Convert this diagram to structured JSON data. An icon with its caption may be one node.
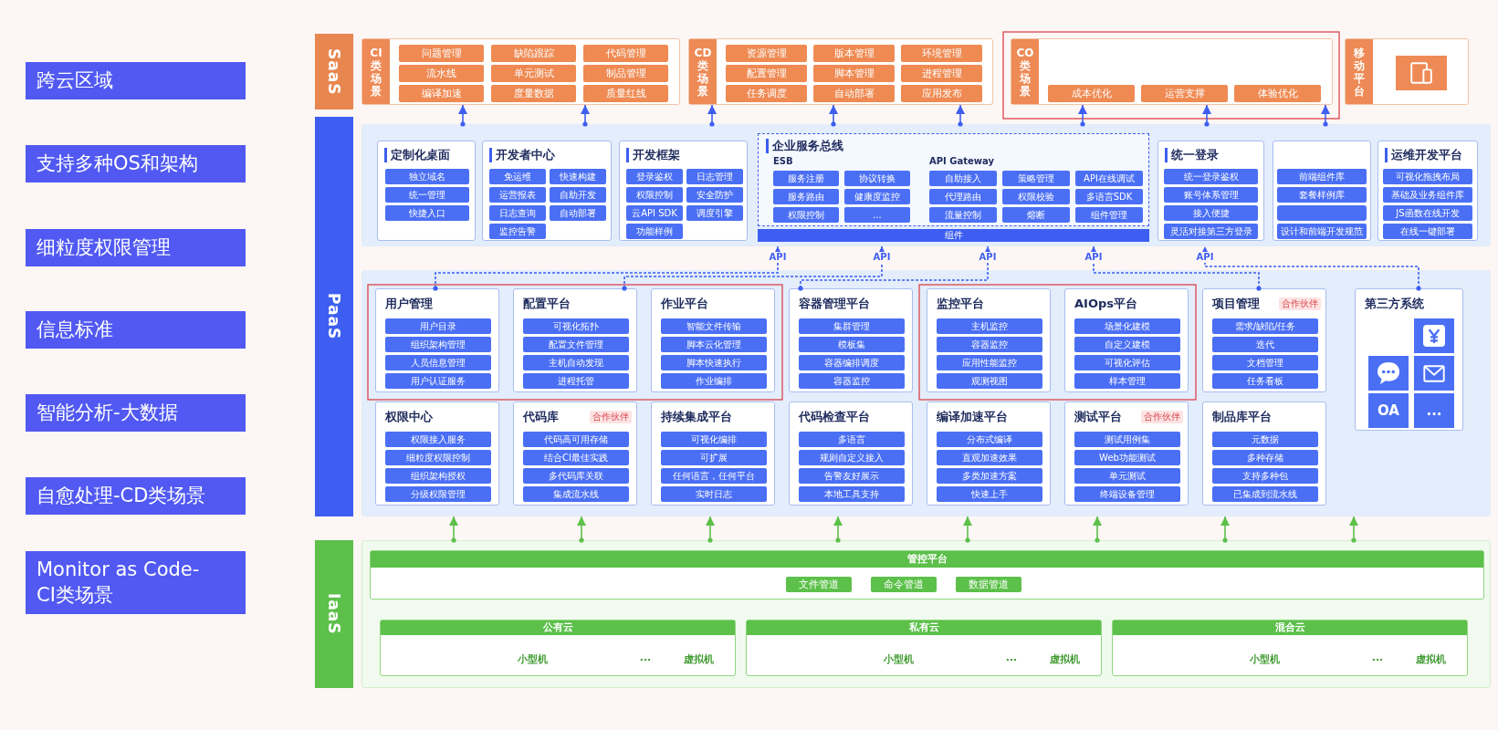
{
  "diagram": {
    "nodes": [
      {
        "text": [
          "跨云区域"
        ]
      },
      {
        "text": [
          "支持多种OS和架构"
        ]
      },
      {
        "text": [
          "细粒度权限管理"
        ]
      },
      {
        "text": [
          "信息标准"
        ]
      },
      {
        "text": [
          "智能分析-大数据"
        ]
      },
      {
        "text": [
          "自愈处理-CD类场景"
        ]
      },
      {
        "text": [
          "Monitor as Code-CI类场景"
        ]
      },
      {
        "text": [
          "SaaS"
        ]
      },
      {
        "text": [
          "CI类场景"
        ]
      },
      {
        "text": [
          "问题管理"
        ],
        "in": 8
      },
      {
        "text": [
          "缺陷跟踪"
        ],
        "in": 8
      },
      {
        "text": [
          "代码管理"
        ],
        "in": 8
      },
      {
        "text": [
          "流水线"
        ],
        "in": 8
      },
      {
        "text": [
          "单元测试"
        ],
        "in": 8
      },
      {
        "text": [
          "制品管理"
        ],
        "in": 8
      },
      {
        "text": [
          "编译加速"
        ],
        "in": 8
      },
      {
        "text": [
          "度量数据"
        ],
        "in": 8
      },
      {
        "text": [
          "质量红线"
        ],
        "in": 8
      },
      {
        "text": [
          "CD类场景"
        ]
      },
      {
        "text": [
          "资源管理"
        ],
        "in": 18
      },
      {
        "text": [
          "版本管理"
        ],
        "in": 18
      },
      {
        "text": [
          "环境管理"
        ],
        "in": 18
      },
      {
        "text": [
          "配置管理"
        ],
        "in": 18
      },
      {
        "text": [
          "脚本管理"
        ],
        "in": 18
      },
      {
        "text": [
          "进程管理"
        ],
        "in": 18
      },
      {
        "text": [
          "任务调度"
        ],
        "in": 18
      },
      {
        "text": [
          "自动部署"
        ],
        "in": 18
      },
      {
        "text": [
          "应用发布"
        ],
        "in": 18
      },
      {
        "text": [
          "CO类场景"
        ]
      },
      {
        "text": [
          "成本优化"
        ],
        "in": 28
      },
      {
        "text": [
          "运营支撑"
        ],
        "in": 28
      },
      {
        "text": [
          "体验优化"
        ],
        "in": 28
      },
      {
        "text": [
          "移动平台"
        ]
      },
      {
        "text": [],
        "shape": "picture",
        "in": 32
      },
      {
        "text": [
          "PaaS"
        ]
      },
      {
        "text": [],
        "shape": "box"
      },
      {
        "text": [
          "定制化桌面"
        ],
        "in": 35
      },
      {
        "text": [
          "独立域名"
        ],
        "in": 36
      },
      {
        "text": [
          "统一管理"
        ],
        "in": 36
      },
      {
        "text": [
          "快捷入口"
        ],
        "in": 36
      },
      {
        "text": [
          "开发者中心"
        ],
        "in": 35
      },
      {
        "text": [
          "免运维"
        ],
        "in": 40
      },
      {
        "text": [
          "快速构建"
        ],
        "in": 40
      },
      {
        "text": [
          "运营报表"
        ],
        "in": 40
      },
      {
        "text": [
          "自助开发"
        ],
        "in": 40
      },
      {
        "text": [
          "日志查询"
        ],
        "in": 40
      },
      {
        "text": [
          "自动部署"
        ],
        "in": 40
      },
      {
        "text": [
          "监控告警"
        ],
        "in": 40
      },
      {
        "text": [
          "开发框架"
        ],
        "in": 35
      },
      {
        "text": [
          "登录鉴权"
        ],
        "in": 48
      },
      {
        "text": [
          "日志管理"
        ],
        "in": 48
      },
      {
        "text": [
          "权限控制"
        ],
        "in": 48
      },
      {
        "text": [
          "安全防护"
        ],
        "in": 48
      },
      {
        "text": [
          "云API SDK"
        ],
        "in": 48
      },
      {
        "text": [
          "调度引擎"
        ],
        "in": 48
      },
      {
        "text": [
          "功能样例"
        ],
        "in": 48
      },
      {
        "text": [
          "企业服务总线",
          "ESB",
          "API Gateway"
        ],
        "in": 35
      },
      {
        "text": [
          "服务注册"
        ],
        "in": 56
      },
      {
        "text": [
          "协议转换"
        ],
        "in": 56
      },
      {
        "text": [
          "服务路由"
        ],
        "in": 56
      },
      {
        "text": [
          "健康度监控"
        ],
        "in": 56
      },
      {
        "text": [
          "权限控制"
        ],
        "in": 56
      },
      {
        "text": [
          "..."
        ],
        "in": 56
      },
      {
        "text": [
          "自助接入"
        ],
        "in": 56
      },
      {
        "text": [
          "策略管理"
        ],
        "in": 56
      },
      {
        "text": [
          "API在线调试"
        ],
        "in": 56
      },
      {
        "text": [
          "代理路由"
        ],
        "in": 56
      },
      {
        "text": [
          "权限校验"
        ],
        "in": 56
      },
      {
        "text": [
          "多语言SDK"
        ],
        "in": 56
      },
      {
        "text": [
          "流量控制"
        ],
        "in": 56
      },
      {
        "text": [
          "熔断"
        ],
        "in": 56
      },
      {
        "text": [
          "组件管理"
        ],
        "in": 56
      },
      {
        "text": [
          "组件"
        ],
        "in": 35
      },
      {
        "text": [
          "统一登录"
        ],
        "in": 35
      },
      {
        "text": [
          "统一登录鉴权"
        ],
        "in": 73
      },
      {
        "text": [
          "账号体系管理"
        ],
        "in": 73
      },
      {
        "text": [
          "接入便捷"
        ],
        "in": 73
      },
      {
        "text": [
          "灵活对接第三方登录"
        ],
        "in": 73
      },
      {
        "text": [],
        "shape": "box",
        "in": 35
      },
      {
        "text": [
          "前端组件库"
        ],
        "in": 78
      },
      {
        "text": [
          "套餐样例库"
        ],
        "in": 78
      },
      {
        "text": [],
        "shape": "box",
        "in": 78
      },
      {
        "text": [
          "设计和前端开发规范"
        ],
        "in": 78
      },
      {
        "text": [
          "运维开发平台"
        ],
        "in": 35
      },
      {
        "text": [
          "可视化拖拽布局"
        ],
        "in": 83
      },
      {
        "text": [
          "基础及业务组件库"
        ],
        "in": 83
      },
      {
        "text": [
          "JS函数在线开发"
        ],
        "in": 83
      },
      {
        "text": [
          "在线一键部署"
        ],
        "in": 83
      },
      {
        "text": [],
        "shape": "box"
      },
      {
        "text": [
          "用户管理"
        ],
        "in": 88
      },
      {
        "text": [
          "用户目录"
        ],
        "in": 89
      },
      {
        "text": [
          "组织架构管理"
        ],
        "in": 89
      },
      {
        "text": [
          "人员信息管理"
        ],
        "in": 89
      },
      {
        "text": [
          "用户认证服务"
        ],
        "in": 89
      },
      {
        "text": [
          "配置平台"
        ],
        "in": 88
      },
      {
        "text": [
          "可视化拓扑"
        ],
        "in": 94
      },
      {
        "text": [
          "配置文件管理"
        ],
        "in": 94
      },
      {
        "text": [
          "主机自动发现"
        ],
        "in": 94
      },
      {
        "text": [
          "进程托管"
        ],
        "in": 94
      },
      {
        "text": [
          "作业平台"
        ],
        "in": 88
      },
      {
        "text": [
          "智能文件传输"
        ],
        "in": 99
      },
      {
        "text": [
          "脚本云化管理"
        ],
        "in": 99
      },
      {
        "text": [
          "脚本快速执行"
        ],
        "in": 99
      },
      {
        "text": [
          "作业编排"
        ],
        "in": 99
      },
      {
        "text": [
          "容器管理平台"
        ],
        "in": 88
      },
      {
        "text": [
          "集群管理"
        ],
        "in": 104
      },
      {
        "text": [
          "模板集"
        ],
        "in": 104
      },
      {
        "text": [
          "容器编排调度"
        ],
        "in": 104
      },
      {
        "text": [
          "容器监控"
        ],
        "in": 104
      },
      {
        "text": [
          "监控平台"
        ],
        "in": 88
      },
      {
        "text": [
          "主机监控"
        ],
        "in": 109
      },
      {
        "text": [
          "容器监控"
        ],
        "in": 109
      },
      {
        "text": [
          "应用性能监控"
        ],
        "in": 109
      },
      {
        "text": [
          "观测视图"
        ],
        "in": 109
      },
      {
        "text": [
          "AIOps平台"
        ],
        "in": 88
      },
      {
        "text": [
          "场景化建模"
        ],
        "in": 114
      },
      {
        "text": [
          "自定义建模"
        ],
        "in": 114
      },
      {
        "text": [
          "可视化评估"
        ],
        "in": 114
      },
      {
        "text": [
          "样本管理"
        ],
        "in": 114
      },
      {
        "text": [
          "项目管理"
        ],
        "in": 88,
        "beside": [
          "合作伙伴"
        ]
      },
      {
        "text": [
          "需求/缺陷/任务"
        ],
        "in": 119
      },
      {
        "text": [
          "迭代"
        ],
        "in": 119
      },
      {
        "text": [
          "文档管理"
        ],
        "in": 119
      },
      {
        "text": [
          "任务看板"
        ],
        "in": 119
      },
      {
        "text": [
          "第三方系统"
        ],
        "in": 88
      },
      {
        "text": [],
        "shape": "picture",
        "in": 124
      },
      {
        "text": [],
        "shape": "picture",
        "in": 124
      },
      {
        "text": [],
        "shape": "picture",
        "in": 124
      },
      {
        "text": [
          "OA"
        ],
        "in": 124
      },
      {
        "text": [
          "..."
        ],
        "in": 124
      },
      {
        "text": [
          "权限中心"
        ],
        "in": 88
      },
      {
        "text": [
          "权限接入服务"
        ],
        "in": 130
      },
      {
        "text": [
          "细粒度权限控制"
        ],
        "in": 130
      },
      {
        "text": [
          "组织架构授权"
        ],
        "in": 130
      },
      {
        "text": [
          "分级权限管理"
        ],
        "in": 130
      },
      {
        "text": [
          "代码库"
        ],
        "in": 88,
        "beside": [
          "合作伙伴"
        ]
      },
      {
        "text": [
          "代码高可用存储"
        ],
        "in": 135
      },
      {
        "text": [
          "结合CI最佳实践"
        ],
        "in": 135
      },
      {
        "text": [
          "多代码库关联"
        ],
        "in": 135
      },
      {
        "text": [
          "集成流水线"
        ],
        "in": 135
      },
      {
        "text": [
          "持续集成平台"
        ],
        "in": 88
      },
      {
        "text": [
          "可视化编排"
        ],
        "in": 140
      },
      {
        "text": [
          "可扩展"
        ],
        "in": 140
      },
      {
        "text": [
          "任何语言，任何平台"
        ],
        "in": 140
      },
      {
        "text": [
          "实时日志"
        ],
        "in": 140
      },
      {
        "text": [
          "代码检查平台"
        ],
        "in": 88
      },
      {
        "text": [
          "多语言"
        ],
        "in": 145
      },
      {
        "text": [
          "规则自定义接入"
        ],
        "in": 145
      },
      {
        "text": [
          "告警友好展示"
        ],
        "in": 145
      },
      {
        "text": [
          "本地工具支持"
        ],
        "in": 145
      },
      {
        "text": [
          "编译加速平台"
        ],
        "in": 88
      },
      {
        "text": [
          "分布式编译"
        ],
        "in": 150
      },
      {
        "text": [
          "直观加速效果"
        ],
        "in": 150
      },
      {
        "text": [
          "多类加速方案"
        ],
        "in": 150
      },
      {
        "text": [
          "快速上手"
        ],
        "in": 150
      },
      {
        "text": [
          "测试平台"
        ],
        "in": 88,
        "beside": [
          "合作伙伴"
        ]
      },
      {
        "text": [
          "测试用例集"
        ],
        "in": 155
      },
      {
        "text": [
          "Web功能测试"
        ],
        "in": 155
      },
      {
        "text": [
          "单元测试"
        ],
        "in": 155
      },
      {
        "text": [
          "终端设备管理"
        ],
        "in": 155
      },
      {
        "text": [
          "制品库平台"
        ],
        "in": 88
      },
      {
        "text": [
          "元数据"
        ],
        "in": 160
      },
      {
        "text": [
          "多种存储"
        ],
        "in": 160
      },
      {
        "text": [
          "支持多种包"
        ],
        "in": 160
      },
      {
        "text": [
          "已集成到流水线"
        ],
        "in": 160
      },
      {
        "text": [
          "IaaS"
        ]
      },
      {
        "text": [],
        "shape": "box"
      },
      {
        "text": [
          "管控平台"
        ],
        "in": 166
      },
      {
        "text": [
          "文件管道"
        ],
        "in": 167
      },
      {
        "text": [
          "命令管道"
        ],
        "in": 167
      },
      {
        "text": [
          "数据管道"
        ],
        "in": 167
      },
      {
        "text": [
          "公有云",
          "小型机",
          "...",
          "虚拟机"
        ],
        "in": 166
      },
      {
        "text": [
          "私有云",
          "小型机",
          "...",
          "虚拟机"
        ],
        "in": 166
      },
      {
        "text": [
          "混合云",
          "小型机",
          "...",
          "虚拟机"
        ],
        "in": 166
      }
    ],
    "edges": [
      {
        "from": 35,
        "to": 8,
        "arrow": "to"
      },
      {
        "from": 35,
        "to": 8,
        "arrow": "to"
      },
      {
        "from": 35,
        "to": 18,
        "arrow": "to"
      },
      {
        "from": 35,
        "to": 18,
        "arrow": "to"
      },
      {
        "from": 35,
        "to": 18,
        "arrow": "to"
      },
      {
        "from": 35,
        "to": 28,
        "arrow": "to"
      },
      {
        "from": 35,
        "to": 28,
        "arrow": "to"
      },
      {
        "from": 35,
        "to": 28,
        "arrow": "to"
      },
      {
        "from": 89,
        "to": 35,
        "arrow": "to",
        "label": "API",
        "style": "dashed"
      },
      {
        "from": 94,
        "to": 35,
        "arrow": "to",
        "label": "API",
        "style": "dashed"
      },
      {
        "from": 104,
        "to": 35,
        "arrow": "to",
        "label": "API",
        "style": "dashed"
      },
      {
        "from": 119,
        "to": 35,
        "arrow": "to",
        "label": "API",
        "style": "dashed"
      },
      {
        "from": 124,
        "to": 35,
        "arrow": "to",
        "label": "API",
        "style": "dashed"
      },
      {
        "from": 166,
        "to": 88,
        "arrow": "to",
        "color": "#5cc04a"
      },
      {
        "from": 166,
        "to": 88,
        "arrow": "to",
        "color": "#5cc04a"
      },
      {
        "from": 166,
        "to": 88,
        "arrow": "to",
        "color": "#5cc04a"
      },
      {
        "from": 166,
        "to": 88,
        "arrow": "to",
        "color": "#5cc04a"
      },
      {
        "from": 166,
        "to": 88,
        "arrow": "to",
        "color": "#5cc04a"
      },
      {
        "from": 166,
        "to": 88,
        "arrow": "to",
        "color": "#5cc04a"
      },
      {
        "from": 166,
        "to": 88,
        "arrow": "to",
        "color": "#5cc04a"
      },
      {
        "from": 166,
        "to": 88,
        "arrow": "to",
        "color": "#5cc04a"
      }
    ]
  }
}
